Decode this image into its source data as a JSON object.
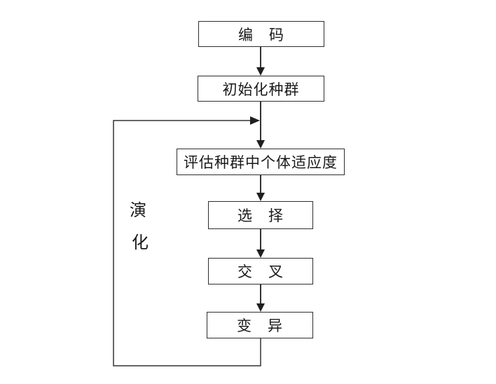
{
  "diagram": {
    "type": "flowchart",
    "topic": "genetic-algorithm-evolution-process",
    "boxes": [
      {
        "id": "encode",
        "label": "编　码"
      },
      {
        "id": "init",
        "label": "初始化种群"
      },
      {
        "id": "evaluate",
        "label": "评估种群中个体适应度"
      },
      {
        "id": "select",
        "label": "选　择"
      },
      {
        "id": "crossover",
        "label": "交　叉"
      },
      {
        "id": "mutate",
        "label": "变　异"
      }
    ],
    "edges": [
      {
        "from": "encode",
        "to": "init"
      },
      {
        "from": "init",
        "to": "evaluate"
      },
      {
        "from": "evaluate",
        "to": "select"
      },
      {
        "from": "select",
        "to": "crossover"
      },
      {
        "from": "crossover",
        "to": "mutate"
      },
      {
        "from": "mutate",
        "to": "evaluate",
        "kind": "loop-back"
      }
    ],
    "loop_label": {
      "char1": "演",
      "char2": "化"
    },
    "colors": {
      "background": "#ffffff",
      "line": "#333333",
      "border": "#2e2e2e",
      "text": "#1a1a1a"
    }
  }
}
